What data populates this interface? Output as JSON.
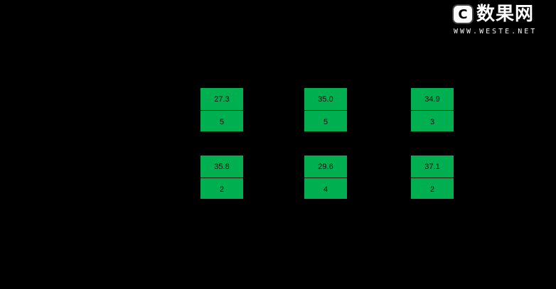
{
  "colors": {
    "background": "#000000",
    "cell_green": "#00B050",
    "text": "#0b0b0b",
    "watermark": "#ffffff"
  },
  "watermark": {
    "badge": "C",
    "title": "数果网",
    "subtitle": "WWW.WESTE.NET"
  },
  "cells": [
    {
      "top": "27.3",
      "bottom": "5"
    },
    {
      "top": "35.0",
      "bottom": "5"
    },
    {
      "top": "34.9",
      "bottom": "3"
    },
    {
      "top": "35.8",
      "bottom": "2"
    },
    {
      "top": "29.6",
      "bottom": "4"
    },
    {
      "top": "37.1",
      "bottom": "2"
    }
  ]
}
